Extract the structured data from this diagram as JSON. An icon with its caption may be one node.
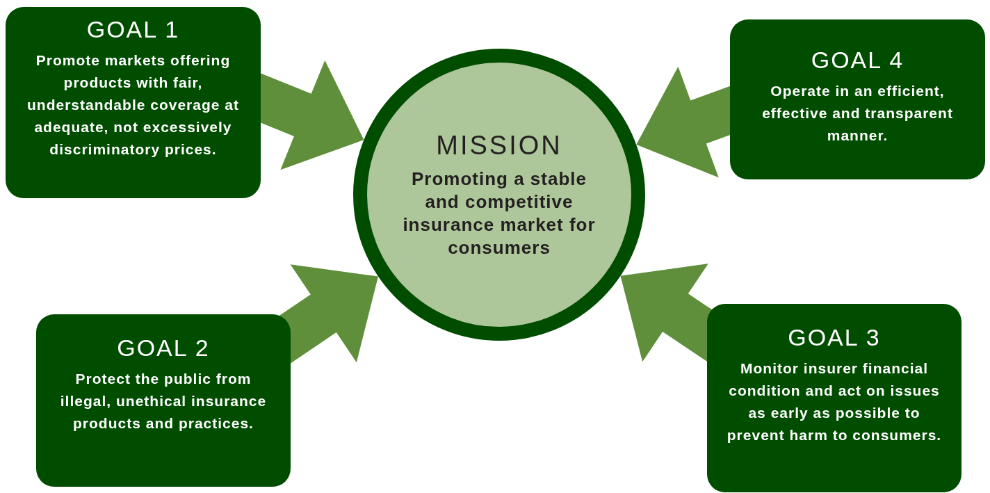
{
  "diagram": {
    "nodes": [
      {
        "text": [
          "MISSION",
          "Promoting a stable and competitive insurance market for consumers"
        ]
      },
      {
        "text": [
          "GOAL 1",
          "Promote markets offering products with fair, understandable coverage at adequate, not excessively discriminatory prices."
        ]
      },
      {
        "text": [
          "GOAL 4",
          "Operate in an efficient, effective and transparent manner."
        ]
      },
      {
        "text": [
          "GOAL 2",
          "Protect the public from illegal, unethical insurance products and practices."
        ]
      },
      {
        "text": [
          "GOAL 3",
          "Monitor insurer financial condition and act on issues as early as possible to prevent harm to consumers."
        ]
      }
    ],
    "edges": [
      {
        "from": 1,
        "to": 0,
        "arrow": "to"
      },
      {
        "from": 2,
        "to": 0,
        "arrow": "to"
      },
      {
        "from": 3,
        "to": 0,
        "arrow": "to"
      },
      {
        "from": 4,
        "to": 0,
        "arrow": "to"
      }
    ]
  }
}
